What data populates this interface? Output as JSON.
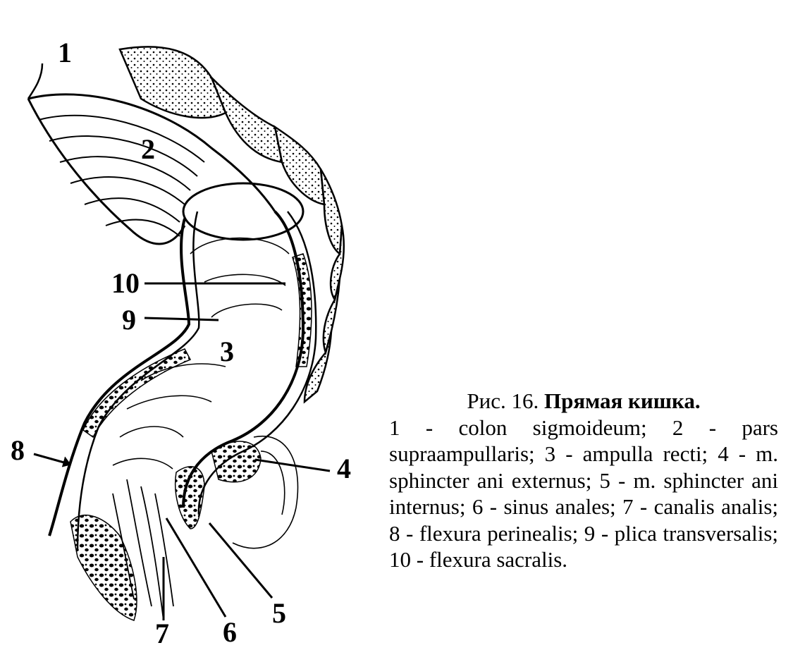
{
  "figure": {
    "labels": [
      "1",
      "2",
      "3",
      "4",
      "5",
      "6",
      "7",
      "8",
      "9",
      "10"
    ]
  },
  "caption": {
    "prefix": "Рис. 16.",
    "title": "Прямая кишка.",
    "legend": "1 - colon sigmoideum; 2 - pars supraampullaris; 3 - ampulla recti; 4 - m. sphincter ani externus; 5 - m. sphincter ani internus; 6 - sinus anales; 7 - canalis analis; 8 - flexura perinealis; 9 - plica transversalis; 10 -  flexura sacralis."
  }
}
